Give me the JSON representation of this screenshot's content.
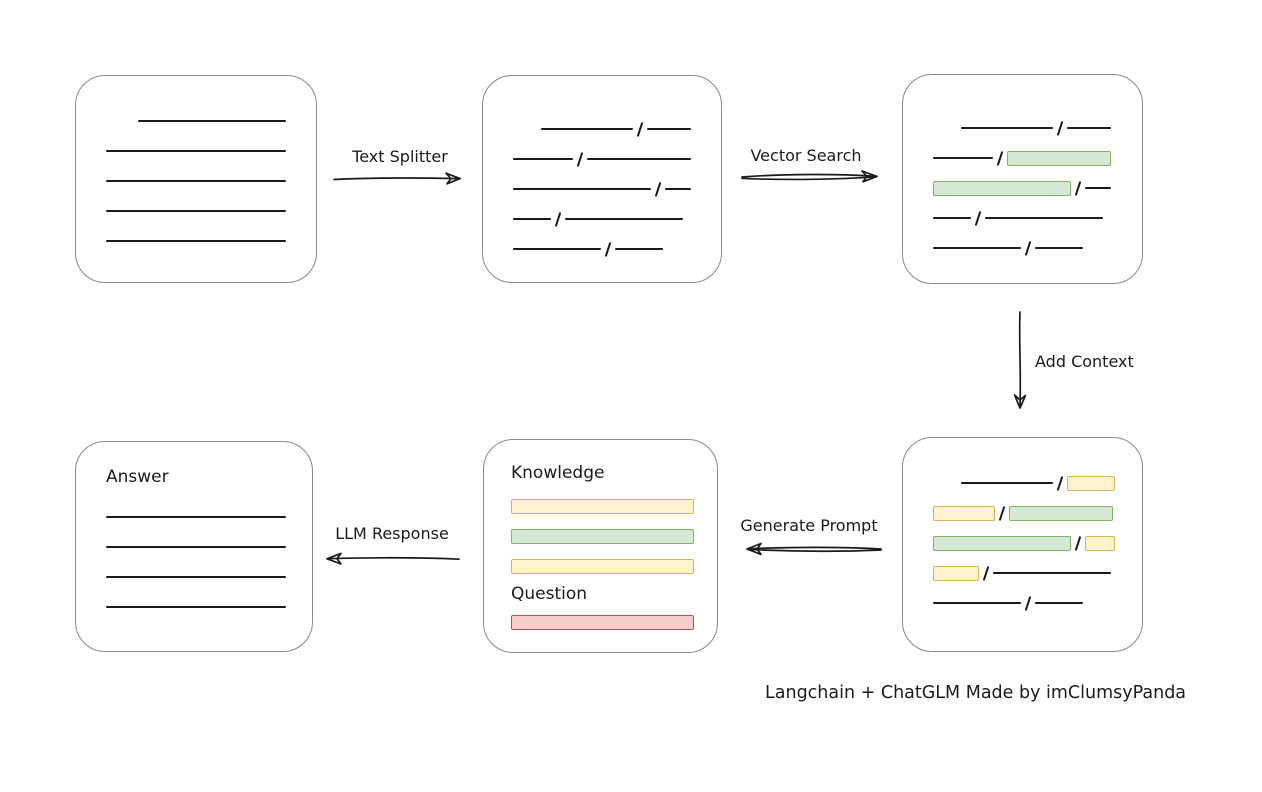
{
  "caption": "Langchain + ChatGLM Made by imClumsyPanda",
  "colors": {
    "ink": "#1b1b1b",
    "box_border": "#8a8a8a",
    "green": {
      "fill": "#d5e8d4",
      "border": "#82b366"
    },
    "yellow": {
      "fill": "#fff2cc",
      "border": "#d6b656"
    },
    "red": {
      "fill": "#f8cecc",
      "border": "#b85450"
    }
  },
  "arrows": {
    "text_splitter": "Text Splitter",
    "vector_search": "Vector Search",
    "add_context": "Add Context",
    "generate_prompt": "Generate Prompt",
    "llm_response": "LLM Response"
  },
  "boxes": {
    "document": {
      "rows": [
        {
          "indent": 32,
          "segs": [
            {
              "t": "line",
              "w": 148
            }
          ]
        },
        {
          "segs": [
            {
              "t": "line",
              "w": 180
            }
          ]
        },
        {
          "segs": [
            {
              "t": "line",
              "w": 180
            }
          ]
        },
        {
          "segs": [
            {
              "t": "line",
              "w": 180
            }
          ]
        },
        {
          "segs": [
            {
              "t": "line",
              "w": 180
            }
          ]
        }
      ]
    },
    "split_chunks": {
      "rows": [
        {
          "indent": 28,
          "segs": [
            {
              "t": "line",
              "w": 92
            },
            {
              "t": "slash"
            },
            {
              "t": "line",
              "w": 44
            }
          ]
        },
        {
          "segs": [
            {
              "t": "line",
              "w": 60
            },
            {
              "t": "slash"
            },
            {
              "t": "line",
              "w": 104
            }
          ]
        },
        {
          "segs": [
            {
              "t": "line",
              "w": 138
            },
            {
              "t": "slash"
            },
            {
              "t": "line",
              "w": 26
            }
          ]
        },
        {
          "segs": [
            {
              "t": "line",
              "w": 38
            },
            {
              "t": "slash"
            },
            {
              "t": "line",
              "w": 118
            }
          ]
        },
        {
          "segs": [
            {
              "t": "line",
              "w": 88
            },
            {
              "t": "slash"
            },
            {
              "t": "line",
              "w": 48
            }
          ]
        }
      ]
    },
    "matched_chunks": {
      "rows": [
        {
          "indent": 28,
          "segs": [
            {
              "t": "line",
              "w": 92
            },
            {
              "t": "slash"
            },
            {
              "t": "line",
              "w": 44
            }
          ]
        },
        {
          "segs": [
            {
              "t": "line",
              "w": 60
            },
            {
              "t": "slash"
            },
            {
              "t": "bar",
              "c": "green",
              "w": 104
            }
          ]
        },
        {
          "segs": [
            {
              "t": "bar",
              "c": "green",
              "w": 138
            },
            {
              "t": "slash"
            },
            {
              "t": "line",
              "w": 26
            }
          ]
        },
        {
          "segs": [
            {
              "t": "line",
              "w": 38
            },
            {
              "t": "slash"
            },
            {
              "t": "line",
              "w": 118
            }
          ]
        },
        {
          "segs": [
            {
              "t": "line",
              "w": 88
            },
            {
              "t": "slash"
            },
            {
              "t": "line",
              "w": 48
            }
          ]
        }
      ]
    },
    "context_chunks": {
      "rows": [
        {
          "indent": 28,
          "segs": [
            {
              "t": "line",
              "w": 92
            },
            {
              "t": "slash"
            },
            {
              "t": "bar",
              "c": "yellow",
              "w": 48
            }
          ]
        },
        {
          "segs": [
            {
              "t": "bar",
              "c": "yellow",
              "w": 62
            },
            {
              "t": "slash"
            },
            {
              "t": "bar",
              "c": "green",
              "w": 104
            }
          ]
        },
        {
          "segs": [
            {
              "t": "bar",
              "c": "green",
              "w": 138
            },
            {
              "t": "slash"
            },
            {
              "t": "bar",
              "c": "yellow",
              "w": 30
            }
          ]
        },
        {
          "segs": [
            {
              "t": "bar",
              "c": "yellow",
              "w": 46
            },
            {
              "t": "slash"
            },
            {
              "t": "line",
              "w": 118
            }
          ]
        },
        {
          "segs": [
            {
              "t": "line",
              "w": 88
            },
            {
              "t": "slash"
            },
            {
              "t": "line",
              "w": 48
            }
          ]
        }
      ]
    },
    "prompt": {
      "knowledge_label": "Knowledge",
      "question_label": "Question",
      "knowledge_bars": [
        "yellow",
        "green",
        "yellow"
      ],
      "question_bars": [
        "red"
      ]
    },
    "answer": {
      "label": "Answer",
      "rows": [
        {
          "segs": [
            {
              "t": "line",
              "w": 180
            }
          ]
        },
        {
          "segs": [
            {
              "t": "line",
              "w": 180
            }
          ]
        },
        {
          "segs": [
            {
              "t": "line",
              "w": 180
            }
          ]
        },
        {
          "segs": [
            {
              "t": "line",
              "w": 180
            }
          ]
        }
      ]
    }
  }
}
